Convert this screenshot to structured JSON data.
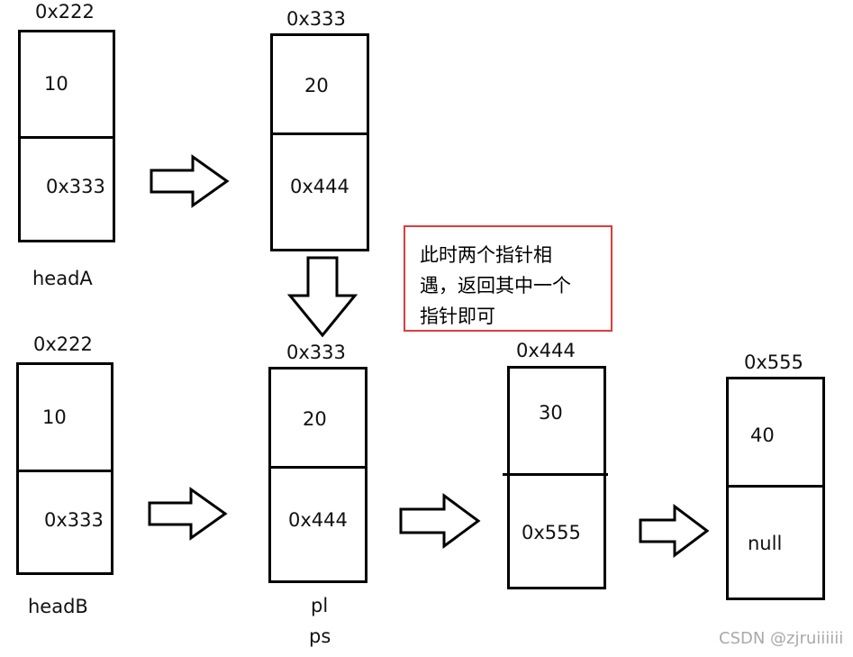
{
  "listA": {
    "label": "headA",
    "nodes": [
      {
        "addr": "0x222",
        "val": "10",
        "next": "0x333"
      },
      {
        "addr": "0x333",
        "val": "20",
        "next": "0x444"
      }
    ]
  },
  "listB": {
    "label": "headB",
    "nodes": [
      {
        "addr": "0x222",
        "val": "10",
        "next": "0x333"
      },
      {
        "addr": "0x333",
        "val": "20",
        "next": "0x444"
      },
      {
        "addr": "0x444",
        "val": "30",
        "next": "0x555"
      },
      {
        "addr": "0x555",
        "val": "40",
        "next": "null"
      }
    ]
  },
  "pointers": {
    "pl": "pl",
    "ps": "ps"
  },
  "note": {
    "lines": [
      "此时两个指针相",
      "遇，返回其中一个",
      "指针即可"
    ],
    "border_color": "#e23a3a"
  },
  "watermark": "CSDN @zjruiiiiii"
}
